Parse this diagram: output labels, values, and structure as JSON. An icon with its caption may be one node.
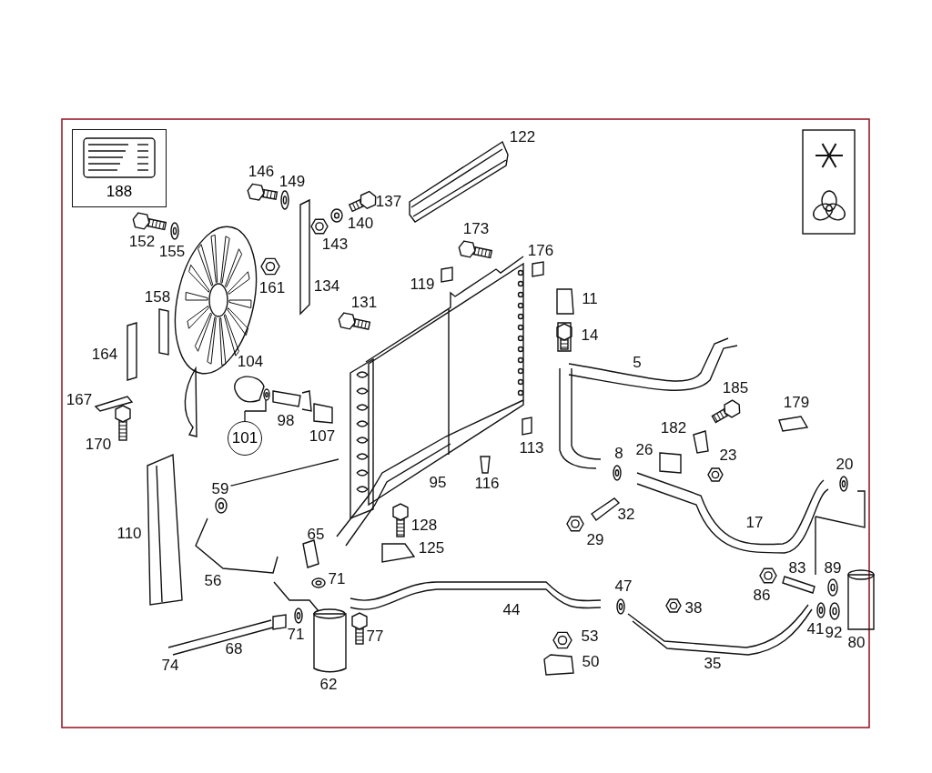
{
  "diagram": {
    "nodes": [
      {
        "text": [
          "188"
        ]
      },
      {
        "text": [
          "101"
        ]
      },
      {
        "text": [
          "59"
        ]
      }
    ],
    "edges": [
      {
        "from": 1,
        "to": null,
        "arrow": "none"
      },
      {
        "from": 2,
        "to": null,
        "arrow": "none"
      }
    ],
    "labels": [
      "122",
      "146",
      "149",
      "137",
      "140",
      "152",
      "173",
      "143",
      "176",
      "155",
      "119",
      "161",
      "134",
      "158",
      "11",
      "131",
      "14",
      "164",
      "104",
      "5",
      "185",
      "167",
      "179",
      "98",
      "182",
      "107",
      "170",
      "113",
      "26",
      "8",
      "23",
      "20",
      "95",
      "116",
      "32",
      "17",
      "128",
      "110",
      "65",
      "29",
      "125",
      "83",
      "89",
      "71",
      "56",
      "47",
      "86",
      "38",
      "44",
      "71",
      "41",
      "92",
      "77",
      "68",
      "53",
      "80",
      "50",
      "35",
      "74",
      "62"
    ]
  }
}
